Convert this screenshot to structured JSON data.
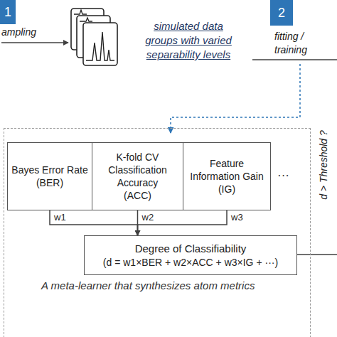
{
  "diagram": {
    "nodes": [
      {
        "text": [
          "1"
        ]
      },
      {
        "text": [
          "2"
        ]
      },
      {
        "text": [
          "A meta-learner that synthesizes atom metrics"
        ]
      },
      {
        "text": [
          "Bayes Error Rate",
          "(BER)"
        ],
        "in": 2
      },
      {
        "text": [
          "K-fold CV Classification Accuracy",
          "(ACC)"
        ],
        "in": 2
      },
      {
        "text": [
          "Feature Information Gain",
          "(IG)"
        ],
        "in": 2
      },
      {
        "text": [
          "Degree of Classifiability",
          "(d = w1×BER + w2×ACC + w3×IG + ···)"
        ],
        "in": 2
      }
    ],
    "edges": [
      {
        "from": 3,
        "to": 6,
        "arrow": "to",
        "label": "w1"
      },
      {
        "from": 4,
        "to": 6,
        "arrow": "to",
        "label": "w2"
      },
      {
        "from": 5,
        "to": 6,
        "arrow": "to",
        "label": "w3"
      }
    ],
    "labels": [
      "ampling",
      "simulated data groups with varied separability levels",
      "fitting / training",
      "···",
      "d > Threshold ?"
    ]
  }
}
